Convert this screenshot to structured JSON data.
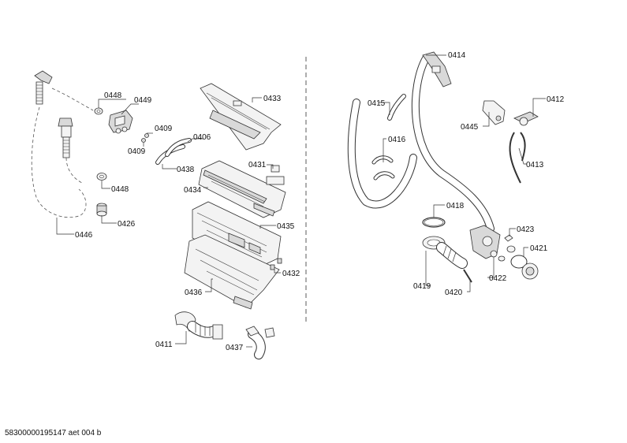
{
  "diagram": {
    "part_labels": [
      {
        "id": "0448a",
        "text": "0448"
      },
      {
        "id": "0449",
        "text": "0449"
      },
      {
        "id": "0409a",
        "text": "0409"
      },
      {
        "id": "0409b",
        "text": "0409"
      },
      {
        "id": "0406",
        "text": "0406"
      },
      {
        "id": "0438",
        "text": "0438"
      },
      {
        "id": "0433",
        "text": "0433"
      },
      {
        "id": "0431",
        "text": "0431"
      },
      {
        "id": "0434",
        "text": "0434"
      },
      {
        "id": "0448b",
        "text": "0448"
      },
      {
        "id": "0426",
        "text": "0426"
      },
      {
        "id": "0446",
        "text": "0446"
      },
      {
        "id": "0435",
        "text": "0435"
      },
      {
        "id": "0432",
        "text": "0432"
      },
      {
        "id": "0436",
        "text": "0436"
      },
      {
        "id": "0411",
        "text": "0411"
      },
      {
        "id": "0437",
        "text": "0437"
      },
      {
        "id": "0414",
        "text": "0414"
      },
      {
        "id": "0415",
        "text": "0415"
      },
      {
        "id": "0416",
        "text": "0416"
      },
      {
        "id": "0445",
        "text": "0445"
      },
      {
        "id": "0412",
        "text": "0412"
      },
      {
        "id": "0413",
        "text": "0413"
      },
      {
        "id": "0418",
        "text": "0418"
      },
      {
        "id": "0423",
        "text": "0423"
      },
      {
        "id": "0421",
        "text": "0421"
      },
      {
        "id": "0422",
        "text": "0422"
      },
      {
        "id": "0419",
        "text": "0419"
      },
      {
        "id": "0420",
        "text": "0420"
      }
    ],
    "footer": "58300000195147 aet 004 b"
  }
}
